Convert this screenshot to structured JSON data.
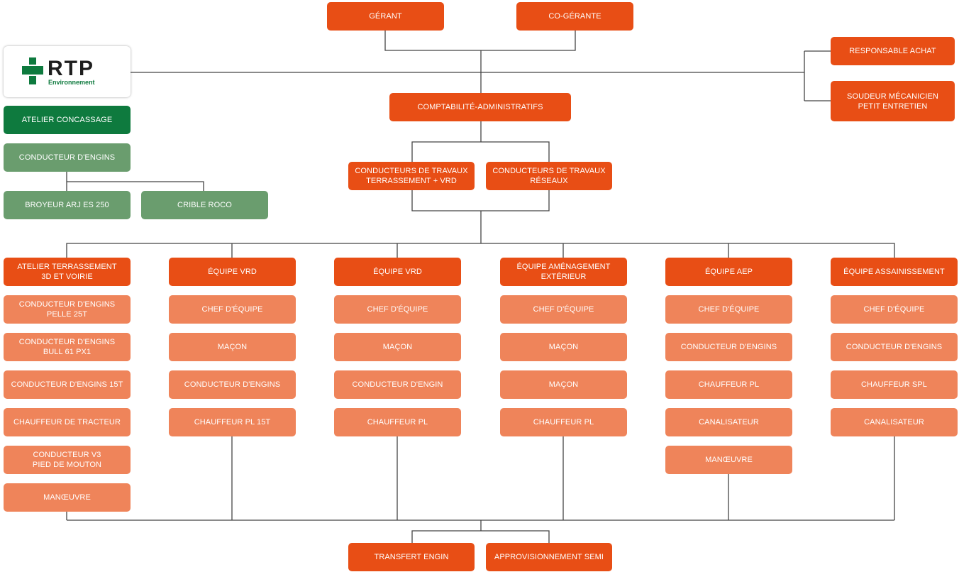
{
  "logo": {
    "name": "RTP",
    "subtitle": "Environnement"
  },
  "boxes": {
    "gerant": "GÉRANT",
    "cogerante": "CO-GÉRANTE",
    "resp_achat": "RESPONSABLE ACHAT",
    "soudeur": "SOUDEUR MÉCANICIEN\nPETIT ENTRETIEN",
    "compta": "COMPTABILITÉ-ADMINISTRATIFS",
    "cond_trav_terr": "CONDUCTEURS DE TRAVAUX\nTERRASSEMENT + VRD",
    "cond_trav_res": "CONDUCTEURS DE TRAVAUX\nRÉSEAUX",
    "atelier_concassage": "ATELIER CONCASSAGE",
    "conducteur_engins_g": "CONDUCTEUR D'ENGINS",
    "broyeur": "BROYEUR ARJ  ES 250",
    "crible": "CRIBLE ROCO",
    "transfert": "TRANSFERT ENGIN",
    "appro": "APPROVISIONNEMENT SEMI"
  },
  "teams": [
    {
      "title": "ATELIER TERRASSEMENT\n3D ET VOIRIE",
      "members": [
        "CONDUCTEUR D'ENGINS\nPELLE 25T",
        "CONDUCTEUR D'ENGINS\nBULL 61 PX1",
        "CONDUCTEUR D'ENGINS  15T",
        "CHAUFFEUR DE TRACTEUR",
        "CONDUCTEUR V3\nPIED DE MOUTON",
        "MANŒUVRE"
      ]
    },
    {
      "title": "ÉQUIPE VRD",
      "members": [
        "CHEF D'ÉQUIPE",
        "MAÇON",
        "CONDUCTEUR D'ENGINS",
        "CHAUFFEUR PL 15T"
      ]
    },
    {
      "title": "ÉQUIPE VRD",
      "members": [
        "CHEF D'ÉQUIPE",
        "MAÇON",
        "CONDUCTEUR D'ENGIN",
        "CHAUFFEUR PL"
      ]
    },
    {
      "title": "ÉQUIPE AMÉNAGEMENT\nEXTÉRIEUR",
      "members": [
        "CHEF D'ÉQUIPE",
        "MAÇON",
        "MAÇON",
        "CHAUFFEUR PL"
      ]
    },
    {
      "title": "ÉQUIPE AEP",
      "members": [
        "CHEF D'ÉQUIPE",
        "CONDUCTEUR D'ENGINS",
        "CHAUFFEUR PL",
        "CANALISATEUR",
        "MANŒUVRE"
      ]
    },
    {
      "title": "ÉQUIPE ASSAINISSEMENT",
      "members": [
        "CHEF D'ÉQUIPE",
        "CONDUCTEUR D'ENGINS",
        "CHAUFFEUR SPL",
        "CANALISATEUR"
      ]
    }
  ],
  "colors": {
    "dark_orange": "#e84e15",
    "light_orange": "#ef845a",
    "dark_green": "#0e7a3e",
    "light_green": "#6a9d6e",
    "connector": "#444444"
  }
}
